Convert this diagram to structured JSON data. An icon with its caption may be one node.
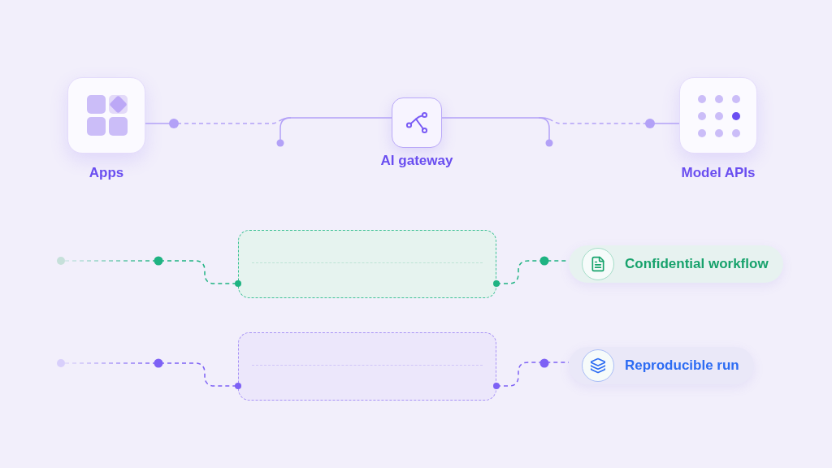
{
  "diagram": {
    "nodes": [
      {
        "text": [
          "Apps"
        ]
      },
      {
        "text": [
          "AI gateway"
        ]
      },
      {
        "text": [
          "Model APIs"
        ]
      },
      {
        "text": [],
        "shape": "circle"
      },
      {
        "text": [],
        "shape": "box"
      },
      {
        "text": [
          "Confidential workflow"
        ]
      },
      {
        "text": [],
        "shape": "circle"
      },
      {
        "text": [],
        "shape": "box"
      },
      {
        "text": [
          "Reproducible run"
        ]
      }
    ],
    "edges": [
      {
        "from": 0,
        "to": 1,
        "arrow": "none",
        "style": "dashed",
        "color": "#b3a1f7"
      },
      {
        "from": 1,
        "to": 2,
        "arrow": "none",
        "style": "dashed",
        "color": "#b3a1f7"
      },
      {
        "from": 3,
        "to": 4,
        "arrow": "other",
        "style": "dashed",
        "color": "#1fb382"
      },
      {
        "from": 4,
        "to": 5,
        "arrow": "other",
        "style": "dashed",
        "color": "#1fb382"
      },
      {
        "from": 6,
        "to": 7,
        "arrow": "other",
        "style": "dashed",
        "color": "#7d61f5"
      },
      {
        "from": 7,
        "to": 8,
        "arrow": "other",
        "style": "dashed",
        "color": "#7d61f5"
      }
    ]
  }
}
